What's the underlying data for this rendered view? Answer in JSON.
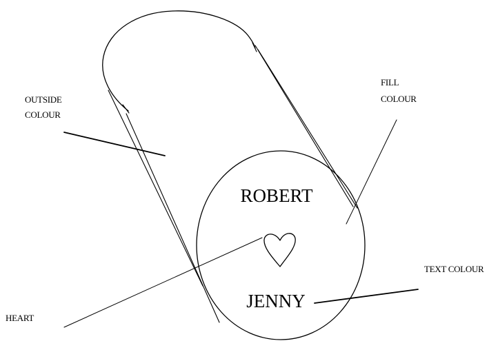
{
  "diagram": {
    "labels": {
      "outside_colour": [
        "OUTSIDE",
        "COLOUR"
      ],
      "fill_colour": [
        "FILL",
        "COLOUR"
      ],
      "text_colour": "TEXT COLOUR",
      "heart": "HEART"
    },
    "engraving": {
      "top_name": "ROBERT",
      "bottom_name": "JENNY",
      "symbol": "heart-icon"
    },
    "colors": {
      "line": "#000000",
      "background": "#ffffff"
    }
  }
}
